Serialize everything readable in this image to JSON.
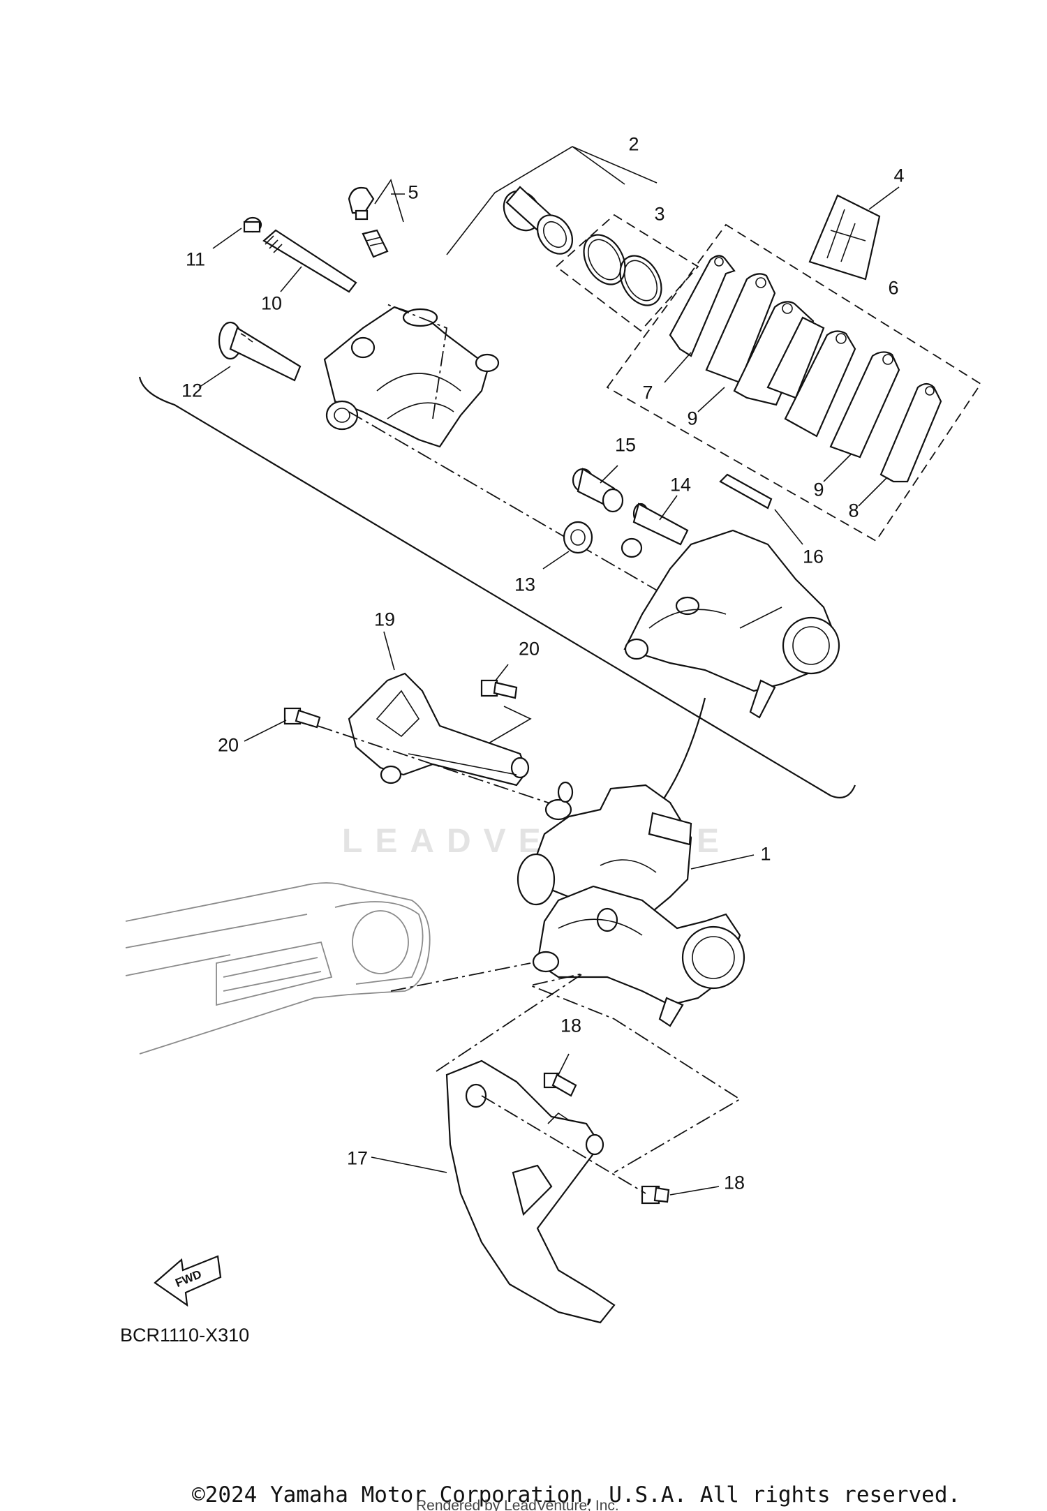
{
  "callouts": [
    "1",
    "2",
    "3",
    "4",
    "5",
    "6",
    "7",
    "8",
    "9",
    "9",
    "10",
    "11",
    "12",
    "13",
    "14",
    "15",
    "16",
    "17",
    "18",
    "18",
    "19",
    "20",
    "20"
  ],
  "fwd_label": "FWD",
  "diagram_code": "BCR1110-X310",
  "watermark": "LEADVENTURE",
  "copyright": "©2024 Yamaha Motor Corporation, U.S.A. All rights reserved.",
  "rendered_by": "Rendered by LeadVenture, Inc.",
  "colors": {
    "line": "#111111",
    "watermark": "#e3e3e3",
    "background": "#ffffff"
  }
}
